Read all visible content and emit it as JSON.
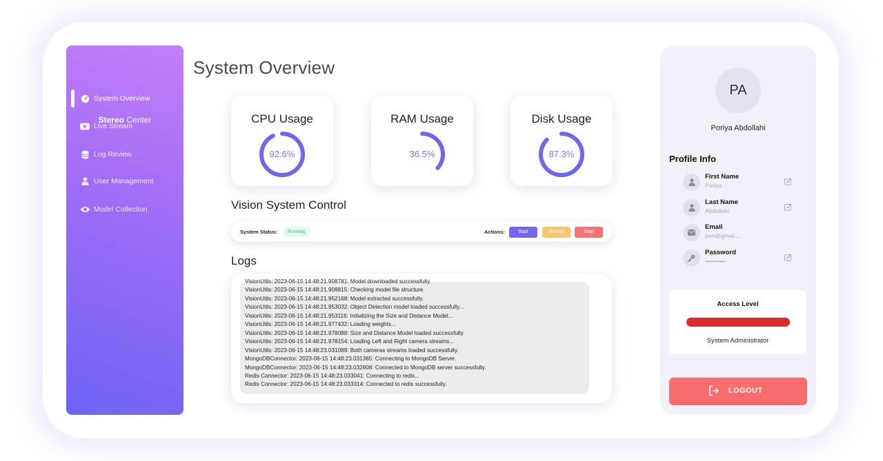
{
  "sidebar": {
    "brand_bold": "Stereo",
    "brand_light": "Center",
    "items": [
      {
        "label": "System Overview",
        "icon": "gauge-icon"
      },
      {
        "label": "Live Stream",
        "icon": "video-icon"
      },
      {
        "label": "Log Review",
        "icon": "database-icon"
      },
      {
        "label": "User Management",
        "icon": "user-icon"
      },
      {
        "label": "Model Collection",
        "icon": "eye-icon"
      }
    ]
  },
  "main": {
    "title": "System Overview",
    "metrics": [
      {
        "label": "CPU Usage",
        "value": "92.6%",
        "percent": 92.6
      },
      {
        "label": "RAM Usage",
        "value": "36.5%",
        "percent": 36.5
      },
      {
        "label": "Disk Usage",
        "value": "87.3%",
        "percent": 87.3
      }
    ],
    "gauge_color": "#6f67ee",
    "control": {
      "title": "Vision System Control",
      "status_label": "System Status:",
      "status_value": "Running",
      "actions_label": "Actions:",
      "buttons": [
        {
          "label": "Start",
          "color": "#7068f0"
        },
        {
          "label": "Restart",
          "color": "#f8c46e"
        },
        {
          "label": "Stop",
          "color": "#f57373"
        }
      ]
    },
    "logs": {
      "title": "Logs",
      "lines": [
        "VisionUtils: 2023-06-15 14:48:21.908781: Model downloaded successfully.",
        "VisionUtils: 2023-06-15 14:48:21.908815: Checking model file structure.",
        "VisionUtils: 2023-06-15 14:48:21.952168: Model extracted successfully.",
        "VisionUtils: 2023-06-15 14:48:21.953032: Object Detection model loaded successfully...",
        "VisionUtils: 2023-06-15 14:48:21.953116: Initializing the Size and Distance Model...",
        "VisionUtils: 2023-06-15 14:48:21.977432: Loading weights...",
        "VisionUtils: 2023-06-15 14:48:21.978088: Size and Distance Model loaded successfully.",
        "VisionUtils: 2023-06-15 14:48:21.978154: Loading Left and Right camera streams...",
        "VisionUtils: 2023-06-15 14:48:23.031089: Both cameras streams loaded successfully.",
        "MongoDBConnector: 2023-06-15 14:48:23.031365: Connecting to MongoDB Server.",
        "MongoDBConnector: 2023-06-15 14:48:23.032608: Connected to MongoDB server successfully.",
        "Redis Connector: 2023-06-15 14:48:23.033041: Connecting to redis...",
        "Redis Connector: 2023-06-15 14:48:23.033314: Connected to redis successfully."
      ]
    }
  },
  "profile": {
    "initials": "PA",
    "name": "Poriya Abdollahi",
    "info_title": "Profile Info",
    "fields": [
      {
        "label": "First Name",
        "value": "Poriya",
        "icon": "user-icon",
        "editable": true
      },
      {
        "label": "Last Name",
        "value": "Abdollahi",
        "icon": "user-icon",
        "editable": true
      },
      {
        "label": "Email",
        "value": "pori@gmail....",
        "icon": "mail-icon",
        "editable": false
      },
      {
        "label": "Password",
        "value": "••••••••••",
        "icon": "key-icon",
        "editable": true
      }
    ],
    "access": {
      "title": "Access Level",
      "role": "System Administrator",
      "bar_color": "#dc2b2b"
    },
    "logout_label": "LOGOUT"
  }
}
